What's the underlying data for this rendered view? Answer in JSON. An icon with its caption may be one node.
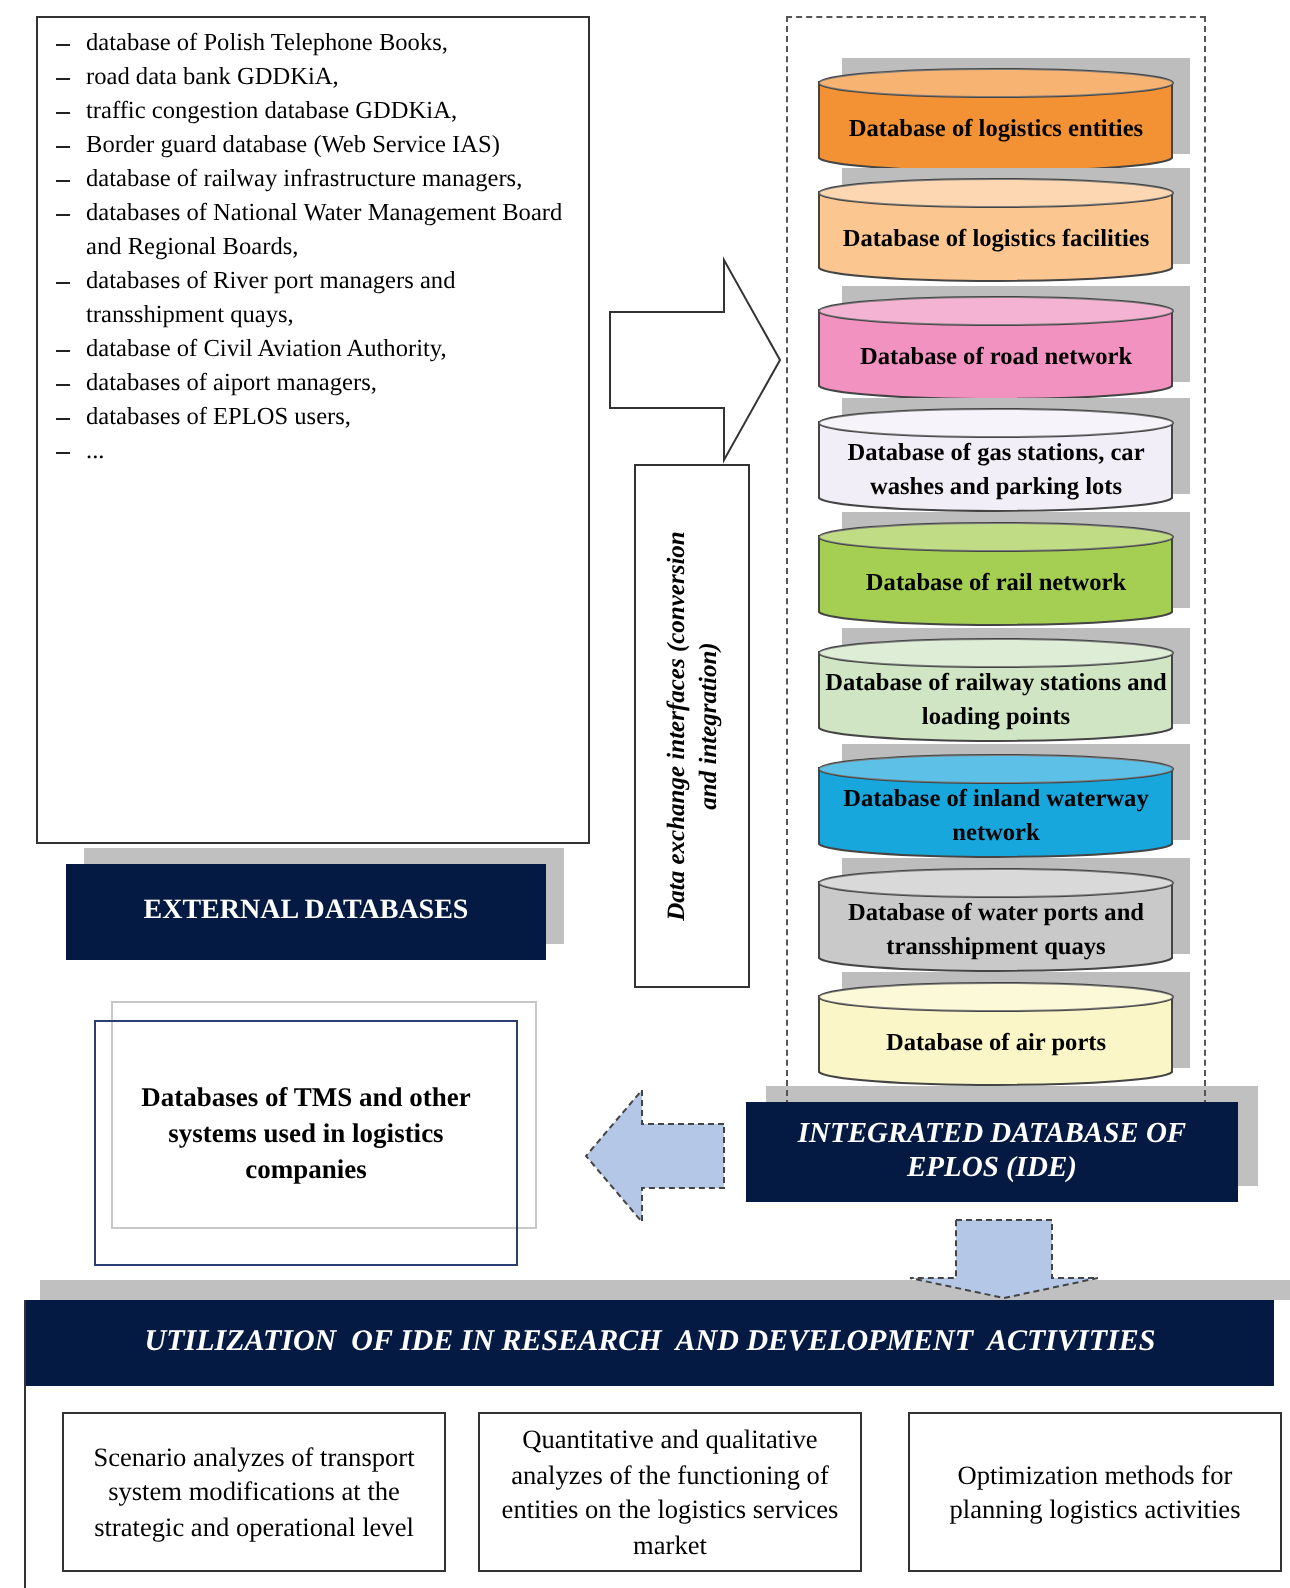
{
  "diagram": {
    "nodes": [
      {
        "text": [
          "database of Polish Telephone Books,",
          "road data bank GDDKiA,",
          "traffic congestion database GDDKiA,",
          "Border guard database (Web Service IAS)",
          "database of railway infrastructure managers,",
          "databases of National Water Management Board and Regional Boards,",
          "databases of River port managers and transshipment quays,",
          "database of Civil Aviation Authority,",
          "databases of aiport managers,",
          "databases of EPLOS users,",
          "..."
        ]
      },
      {
        "text": [
          "EXTERNAL DATABASES"
        ]
      },
      {
        "text": [
          "Data exchange interfaces (conversion and integration)"
        ]
      },
      {
        "text": [],
        "shape": "box"
      },
      {
        "text": [
          "Database of logistics entities"
        ],
        "in": 3
      },
      {
        "text": [
          "Database of logistics facilities"
        ],
        "in": 3
      },
      {
        "text": [
          "Database of road network"
        ],
        "in": 3
      },
      {
        "text": [
          "Database of gas stations, car washes and parking lots"
        ],
        "in": 3
      },
      {
        "text": [
          "Database of rail network"
        ],
        "in": 3
      },
      {
        "text": [
          "Database of railway stations and loading points"
        ],
        "in": 3
      },
      {
        "text": [
          "Database of inland waterway network"
        ],
        "in": 3
      },
      {
        "text": [
          "Database of water ports and transshipment quays"
        ],
        "in": 3
      },
      {
        "text": [
          "Database of air ports"
        ],
        "in": 3
      },
      {
        "text": [
          "INTEGRATED DATABASE OF EPLOS (IDE)"
        ]
      },
      {
        "text": [
          "Databases of TMS and other systems used in logistics companies"
        ]
      },
      {
        "text": [
          "UTILIZATION  OF IDE IN RESEARCH  AND DEVELOPMENT  ACTIVITIES"
        ]
      },
      {
        "text": [
          "Scenario analyzes of transport system modifications at the strategic and operational level"
        ],
        "in": 15
      },
      {
        "text": [
          "Quantitative and qualitative analyzes of the functioning of entities on the logistics services market"
        ],
        "in": 15
      },
      {
        "text": [
          "Optimization methods for planning logistics activities"
        ],
        "in": 15
      }
    ],
    "edges": [
      {
        "from": 0,
        "to": 3,
        "arrow": "to"
      },
      {
        "from": 13,
        "to": 14,
        "arrow": "to",
        "style": "dashed",
        "color": "#b4c7e7"
      },
      {
        "from": 13,
        "to": 15,
        "arrow": "to",
        "style": "dashed",
        "color": "#b4c7e7"
      }
    ]
  }
}
